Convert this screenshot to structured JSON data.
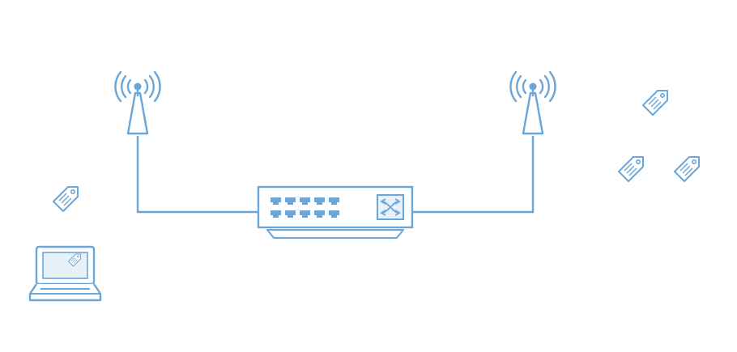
{
  "colors": {
    "stroke": "#6aa6d8",
    "fill_light": "#e7f1fa",
    "background": "#ffffff"
  },
  "diagram": {
    "nodes": [
      {
        "id": "antenna-left",
        "icon": "wireless-antenna-icon"
      },
      {
        "id": "antenna-right",
        "icon": "wireless-antenna-icon"
      },
      {
        "id": "network-switch",
        "icon": "network-switch-icon",
        "port_count": 10
      },
      {
        "id": "laptop",
        "icon": "laptop-icon"
      },
      {
        "id": "tag-near-laptop",
        "icon": "rfid-tag-icon"
      },
      {
        "id": "tag-right-top",
        "icon": "rfid-tag-icon"
      },
      {
        "id": "tag-right-left",
        "icon": "rfid-tag-icon"
      },
      {
        "id": "tag-right-right",
        "icon": "rfid-tag-icon"
      }
    ],
    "links": [
      {
        "from": "antenna-left",
        "to": "network-switch"
      },
      {
        "from": "network-switch",
        "to": "antenna-right"
      }
    ]
  }
}
